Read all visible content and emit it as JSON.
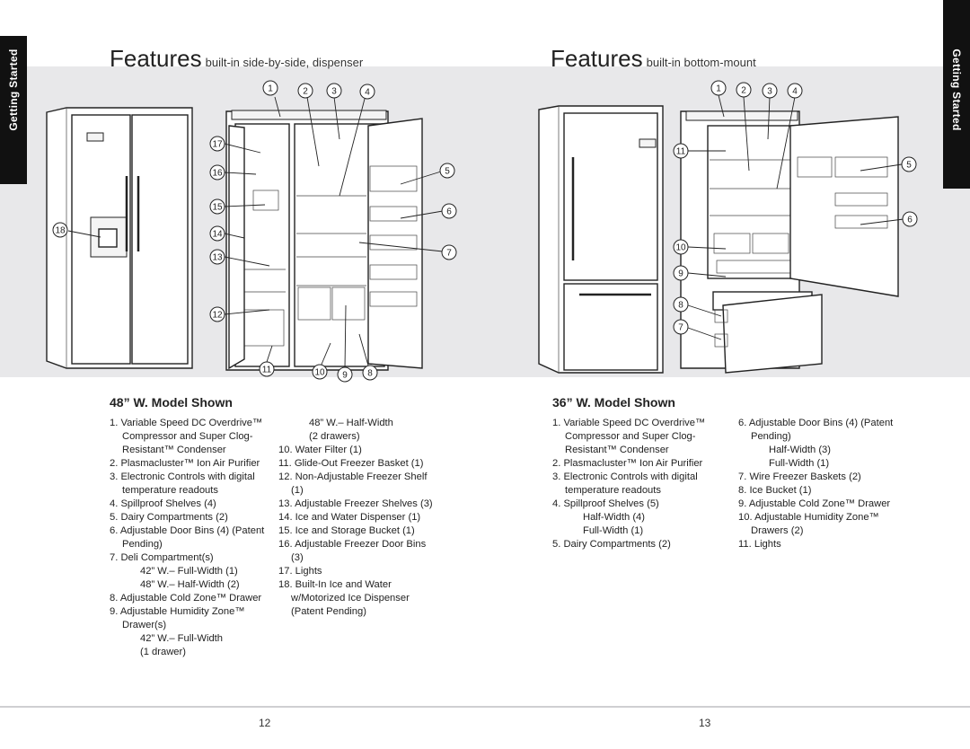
{
  "side_tab": "Getting Started",
  "left": {
    "title": "Features",
    "subtitle": "built-in side-by-side, dispenser",
    "model_heading": "48” W. Model Shown",
    "col1": [
      {
        "num": "1.",
        "text": "Variable Speed DC Overdrive™ Compressor and Super Clog-Resistant™ Condenser"
      },
      {
        "num": "2.",
        "text": "Plasmacluster™ Ion Air Purifier"
      },
      {
        "num": "3.",
        "text": "Electronic Controls with digital temperature readouts"
      },
      {
        "num": "4.",
        "text": "Spillproof Shelves (4)"
      },
      {
        "num": "5.",
        "text": "Dairy Compartments (2)"
      },
      {
        "num": "6.",
        "text": "Adjustable Door Bins (4) (Patent Pending)"
      },
      {
        "num": "7.",
        "text": "Deli Compartment(s)",
        "subs": [
          "42” W.– Full-Width (1)",
          "48” W.– Half-Width (2)"
        ]
      },
      {
        "num": "8.",
        "text": "Adjustable Cold Zone™ Drawer"
      },
      {
        "num": "9.",
        "text": "Adjustable Humidity Zone™ Drawer(s)",
        "subs": [
          "42” W.– Full-Width",
          "(1 drawer)"
        ]
      }
    ],
    "col2_lead": [
      "48” W.– Half-Width",
      "(2 drawers)"
    ],
    "col2": [
      {
        "num": "10.",
        "text": "Water Filter (1)"
      },
      {
        "num": "11.",
        "text": "Glide-Out Freezer Basket (1)"
      },
      {
        "num": "12.",
        "text": "Non-Adjustable Freezer Shelf (1)"
      },
      {
        "num": "13.",
        "text": "Adjustable Freezer Shelves (3)"
      },
      {
        "num": "14.",
        "text": "Ice and Water Dispenser (1)"
      },
      {
        "num": "15.",
        "text": "Ice and Storage Bucket (1)"
      },
      {
        "num": "16.",
        "text": "Adjustable Freezer Door Bins (3)"
      },
      {
        "num": "17.",
        "text": "Lights"
      },
      {
        "num": "18.",
        "text": "Built-In Ice and Water w/Motorized Ice Dispenser (Patent Pending)"
      }
    ],
    "page_number": "12",
    "callouts": [
      "1",
      "2",
      "3",
      "4",
      "5",
      "6",
      "7",
      "8",
      "9",
      "10",
      "11",
      "12",
      "13",
      "14",
      "15",
      "16",
      "17",
      "18"
    ]
  },
  "right": {
    "title": "Features",
    "subtitle": "built-in bottom-mount",
    "model_heading": "36” W. Model Shown",
    "col1": [
      {
        "num": "1.",
        "text": "Variable Speed DC Overdrive™ Compressor and Super Clog-Resistant™ Condenser"
      },
      {
        "num": "2.",
        "text": "Plasmacluster™ Ion Air Purifier"
      },
      {
        "num": "3.",
        "text": "Electronic Controls with digital temperature readouts"
      },
      {
        "num": "4.",
        "text": "Spillproof Shelves (5)",
        "subs": [
          "Half-Width (4)",
          "Full-Width (1)"
        ]
      },
      {
        "num": "5.",
        "text": "Dairy Compartments (2)"
      }
    ],
    "col2": [
      {
        "num": "6.",
        "text": "Adjustable Door Bins (4) (Patent Pending)",
        "subs": [
          "Half-Width (3)",
          "Full-Width (1)"
        ]
      },
      {
        "num": "7.",
        "text": "Wire Freezer Baskets (2)"
      },
      {
        "num": "8.",
        "text": "Ice Bucket (1)"
      },
      {
        "num": "9.",
        "text": "Adjustable Cold Zone™ Drawer"
      },
      {
        "num": "10.",
        "text": "Adjustable Humidity Zone™ Drawers (2)"
      },
      {
        "num": "11.",
        "text": "Lights"
      }
    ],
    "page_number": "13",
    "callouts": [
      "1",
      "2",
      "3",
      "4",
      "5",
      "6",
      "7",
      "8",
      "9",
      "10",
      "11"
    ]
  }
}
